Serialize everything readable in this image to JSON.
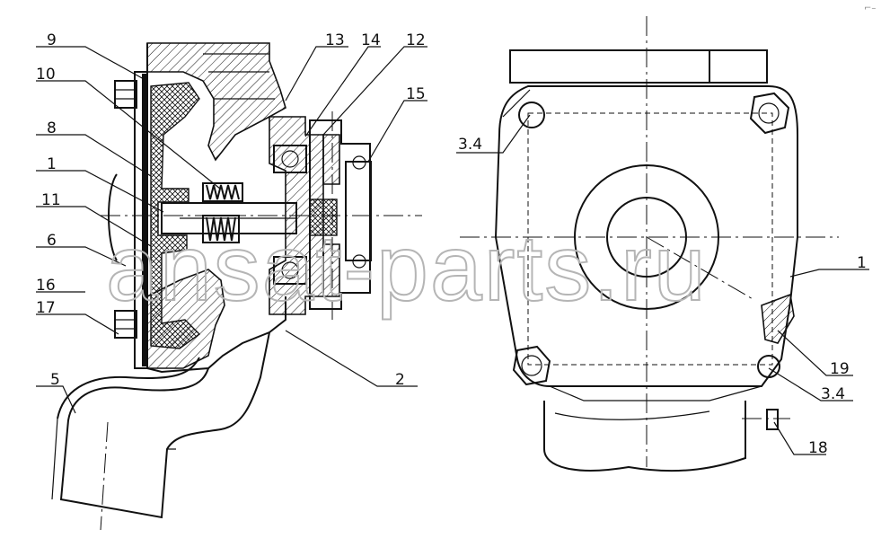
{
  "drawing": {
    "corner_mark": "⌐–",
    "watermark": "ansat-parts.ru"
  },
  "callouts": {
    "left_view": [
      "9",
      "10",
      "8",
      "1",
      "11",
      "6",
      "16",
      "17",
      "5",
      "13",
      "14",
      "12",
      "15",
      "2"
    ],
    "right_view": [
      "3.4",
      "1",
      "19",
      "3.4",
      "18"
    ]
  }
}
